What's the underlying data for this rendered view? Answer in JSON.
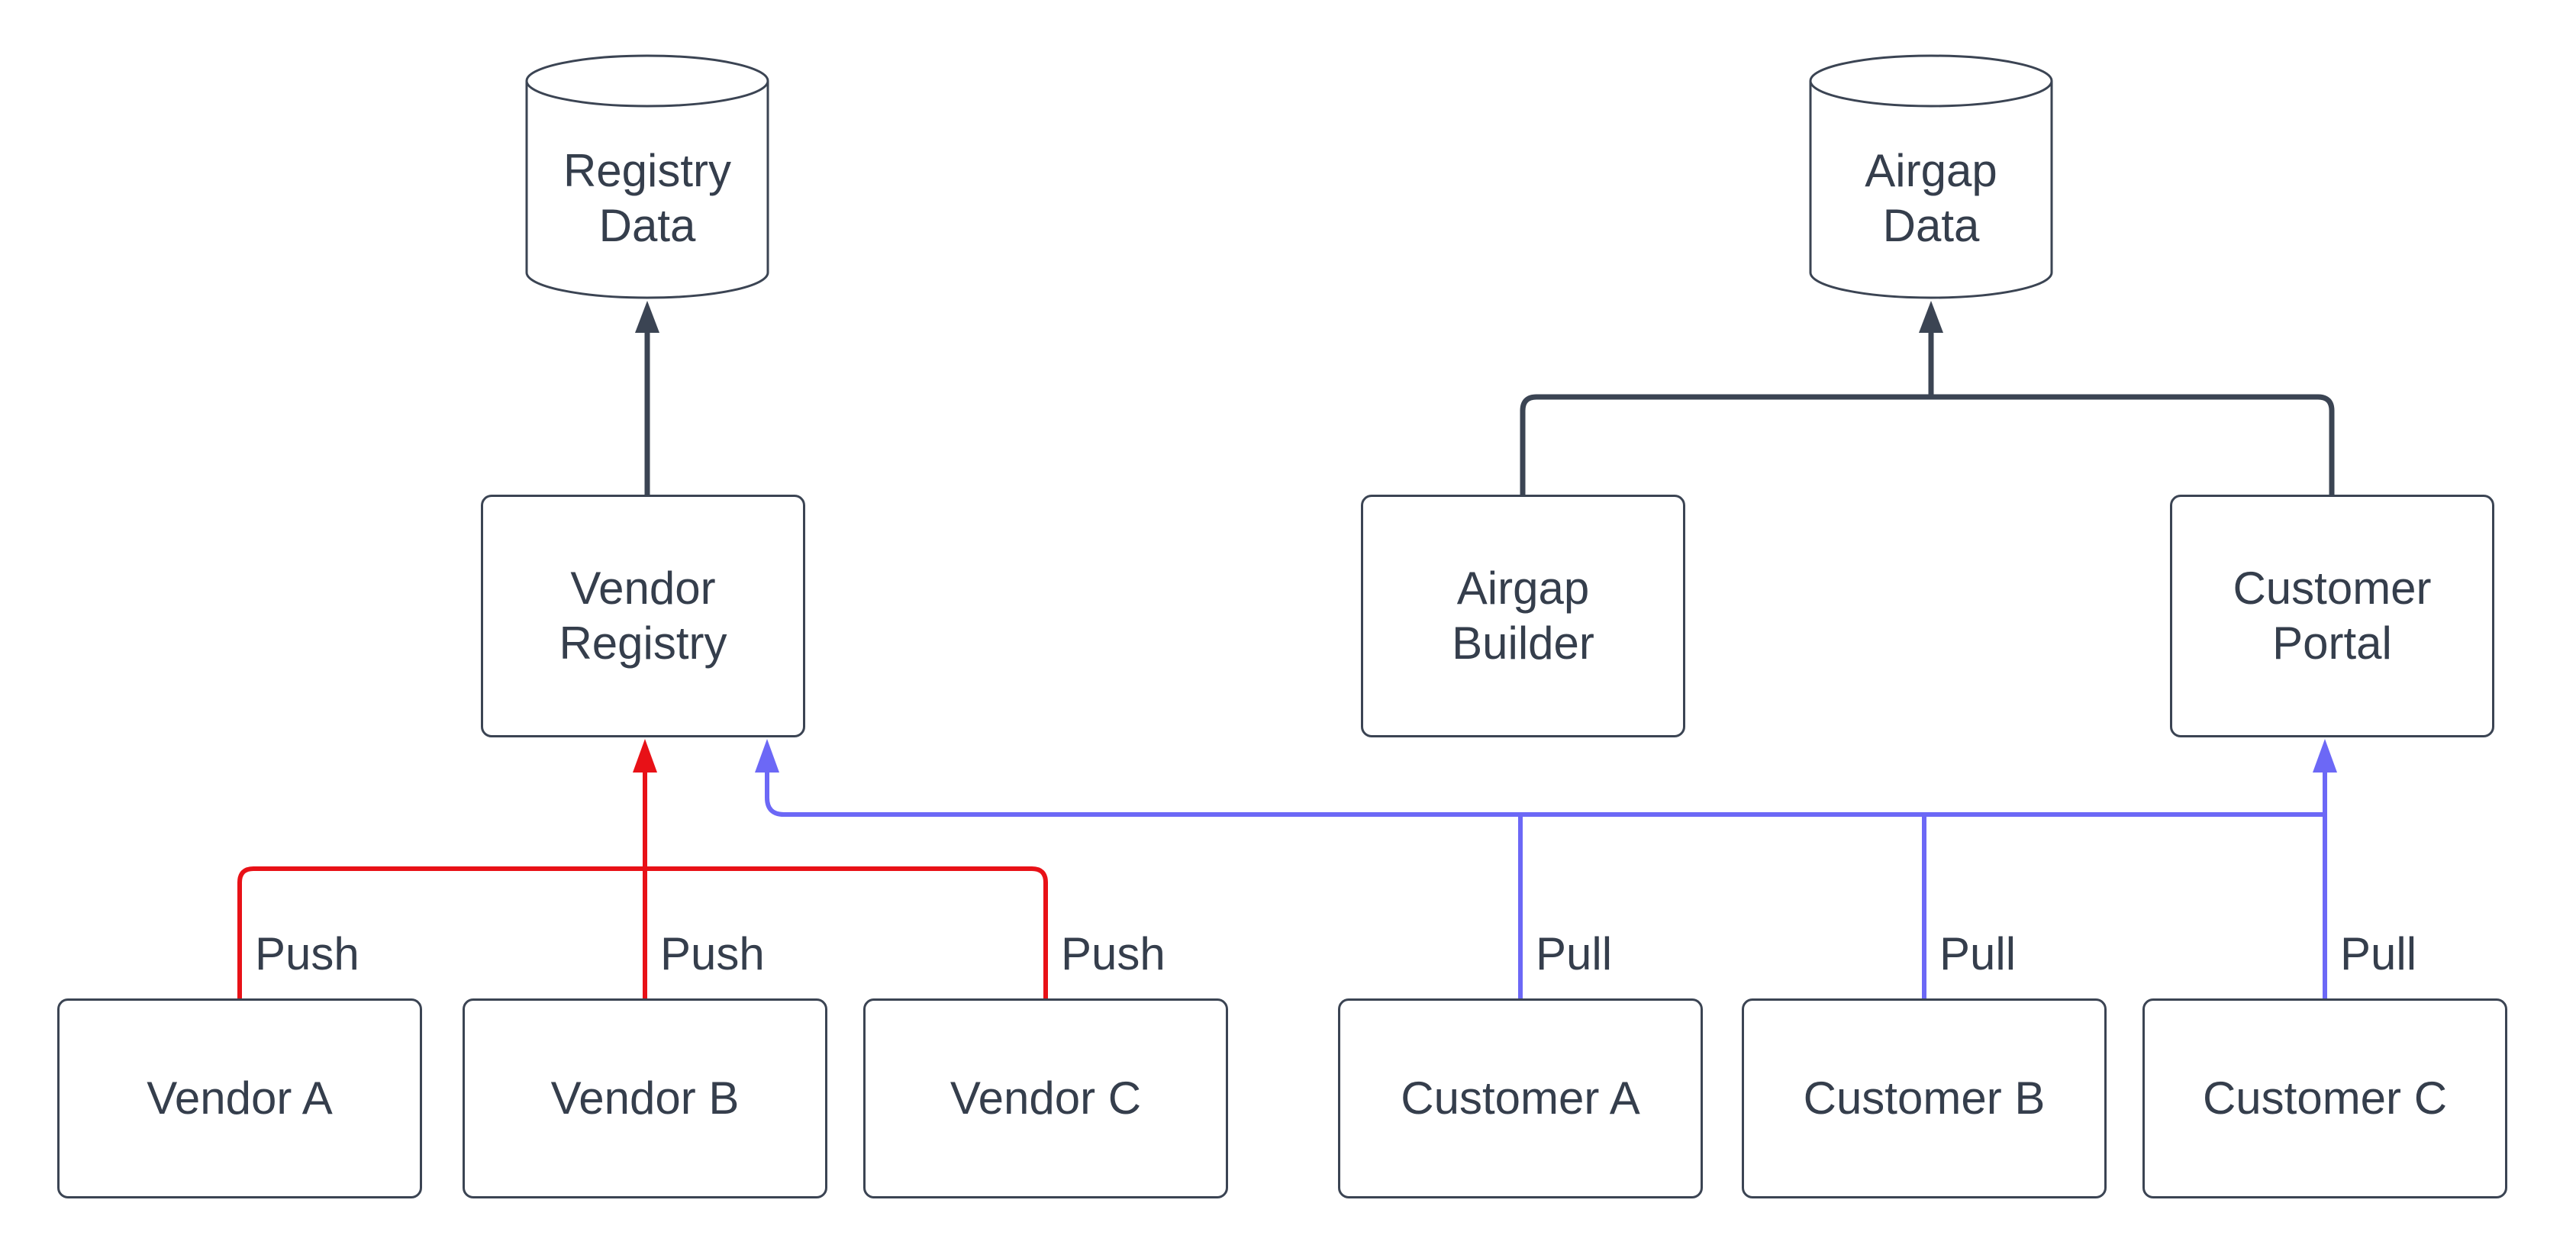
{
  "diagram": {
    "colors": {
      "background": "#ffffff",
      "node_border": "#3b4453",
      "text": "#353e4c",
      "dark_edge": "#3b4453",
      "push_edge": "#e81117",
      "pull_edge": "#6c68f6"
    },
    "datastores": [
      {
        "id": "registry-data",
        "lines": [
          "Registry",
          "Data"
        ]
      },
      {
        "id": "airgap-data",
        "lines": [
          "Airgap",
          "Data"
        ]
      }
    ],
    "services": [
      {
        "id": "vendor-registry",
        "lines": [
          "Vendor",
          "Registry"
        ]
      },
      {
        "id": "airgap-builder",
        "lines": [
          "Airgap",
          "Builder"
        ]
      },
      {
        "id": "customer-portal",
        "lines": [
          "Customer",
          "Portal"
        ]
      }
    ],
    "actors": [
      {
        "id": "vendor-a",
        "label": "Vendor A"
      },
      {
        "id": "vendor-b",
        "label": "Vendor B"
      },
      {
        "id": "vendor-c",
        "label": "Vendor C"
      },
      {
        "id": "customer-a",
        "label": "Customer A"
      },
      {
        "id": "customer-b",
        "label": "Customer B"
      },
      {
        "id": "customer-c",
        "label": "Customer C"
      }
    ],
    "push_labels": [
      {
        "text": "Push"
      },
      {
        "text": "Push"
      },
      {
        "text": "Push"
      }
    ],
    "pull_labels": [
      {
        "text": "Pull"
      },
      {
        "text": "Pull"
      },
      {
        "text": "Pull"
      }
    ]
  }
}
